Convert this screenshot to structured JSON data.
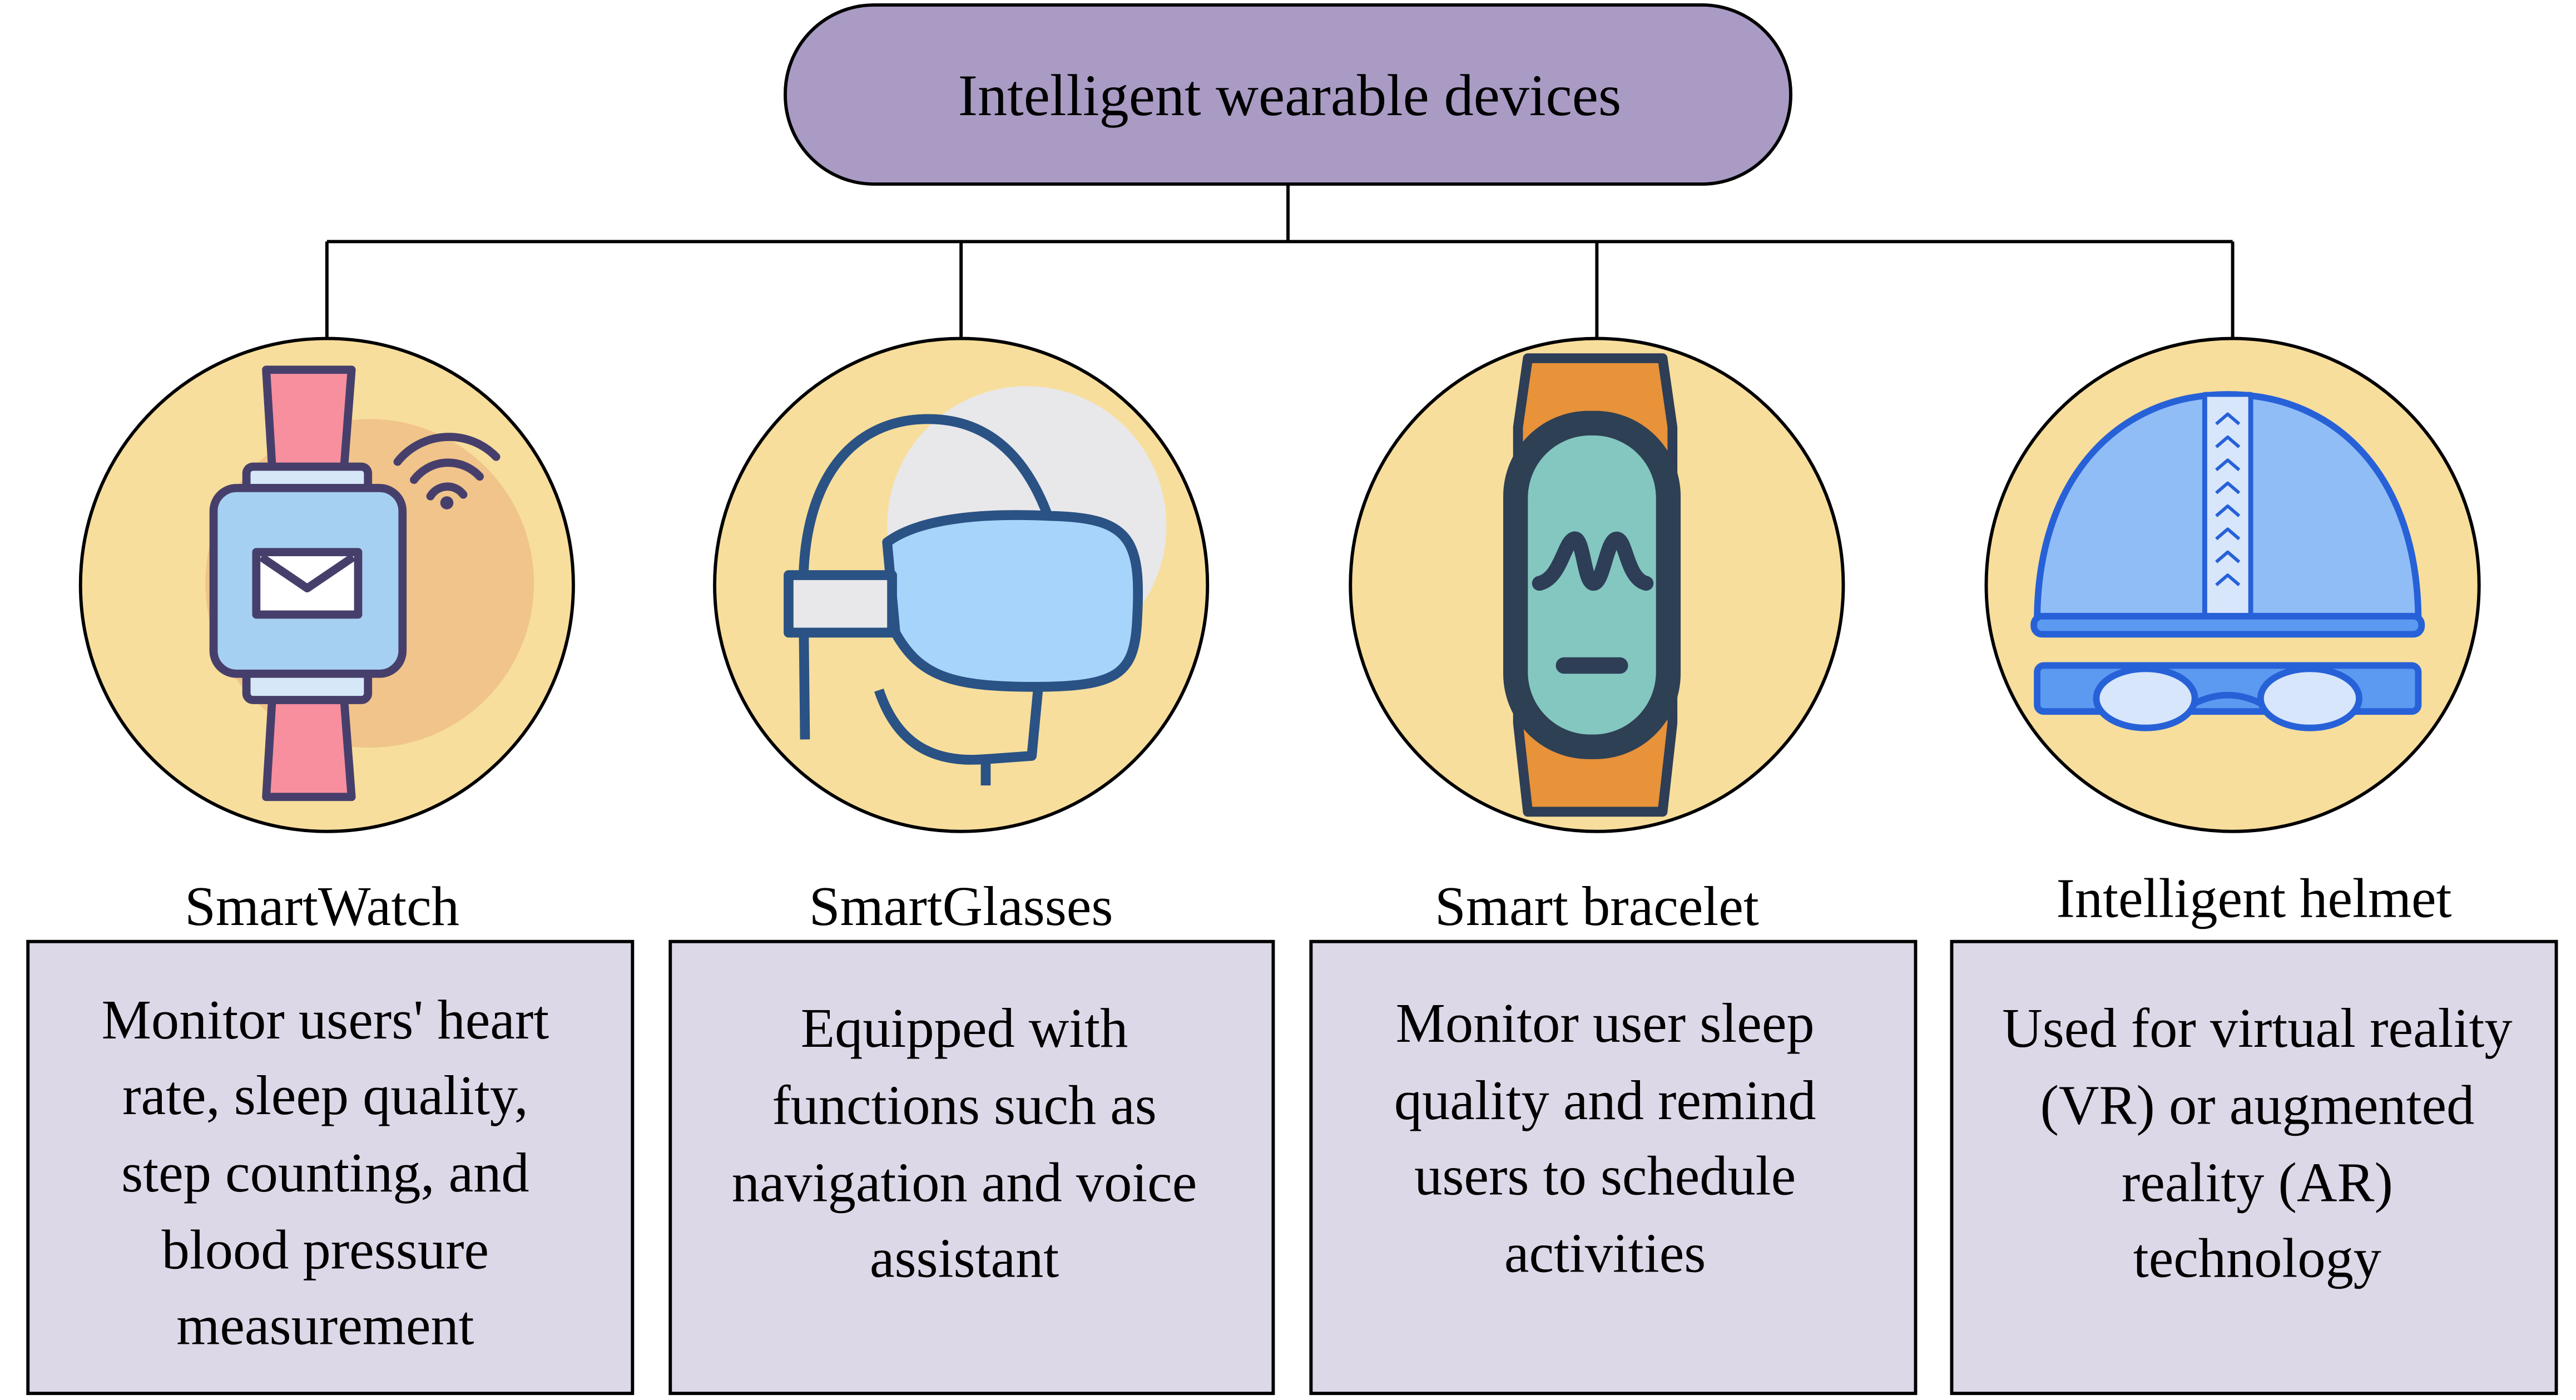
{
  "root": {
    "title": "Intelligent wearable devices"
  },
  "devices": [
    {
      "name": "SmartWatch",
      "icon": "smartwatch-icon",
      "description": [
        "Monitor users' heart",
        "rate, sleep quality,",
        "step counting, and",
        "blood pressure",
        "measurement"
      ]
    },
    {
      "name": "SmartGlasses",
      "icon": "vr-headset-icon",
      "description": [
        "Equipped with",
        "functions such as",
        "navigation and voice",
        "assistant"
      ]
    },
    {
      "name": "Smart bracelet",
      "icon": "fitness-band-icon",
      "description": [
        "Monitor user sleep",
        "quality and remind",
        "users to schedule",
        "activities"
      ]
    },
    {
      "name": "Intelligent helmet",
      "icon": "helmet-goggles-icon",
      "description": [
        "Used for virtual reality",
        "(VR) or augmented",
        "reality (AR)",
        "technology"
      ]
    }
  ],
  "colors": {
    "root_fill": "#A99BC4",
    "circle_fill": "#F7DE9C",
    "box_fill": "#DDD8E8"
  }
}
